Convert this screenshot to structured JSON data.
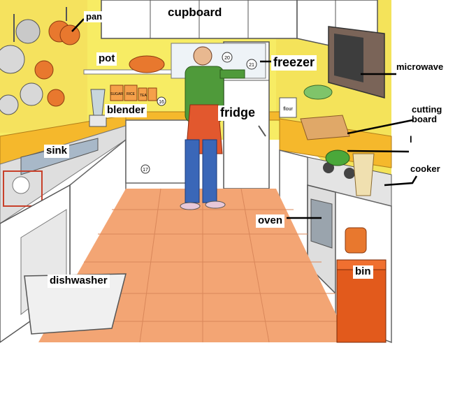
{
  "labels": {
    "pan": "pan",
    "cupboard": "cupboard",
    "pot": "pot",
    "freezer": "freezer",
    "microwave": "microwave",
    "blender": "blender",
    "fridge": "fridge",
    "cutting_board": "cutting board",
    "sink": "sink",
    "l": "l",
    "cooker": "cooker",
    "oven": "oven",
    "bin": "bin",
    "dishwasher": "dishwasher"
  },
  "item_numbers": {
    "n16": "16",
    "n17": "17",
    "n20": "20",
    "n21": "21"
  },
  "canister_text": {
    "flour": "flour",
    "sugar": "SUGAR",
    "rice": "RICE",
    "tea": "TEA"
  },
  "colors": {
    "wall": "#f7ec64",
    "counter": "#f5b82c",
    "cabinet": "#ffffff",
    "floor": "#f3a574",
    "floor_tile_line": "#d9875a",
    "shirt": "#4f9a3a",
    "trousers": "#3a67b8",
    "apron": "#e2582e",
    "pan_copper": "#e8782e",
    "bin": "#e25a1c",
    "kettle": "#4aa83a",
    "line_art": "#333333"
  }
}
